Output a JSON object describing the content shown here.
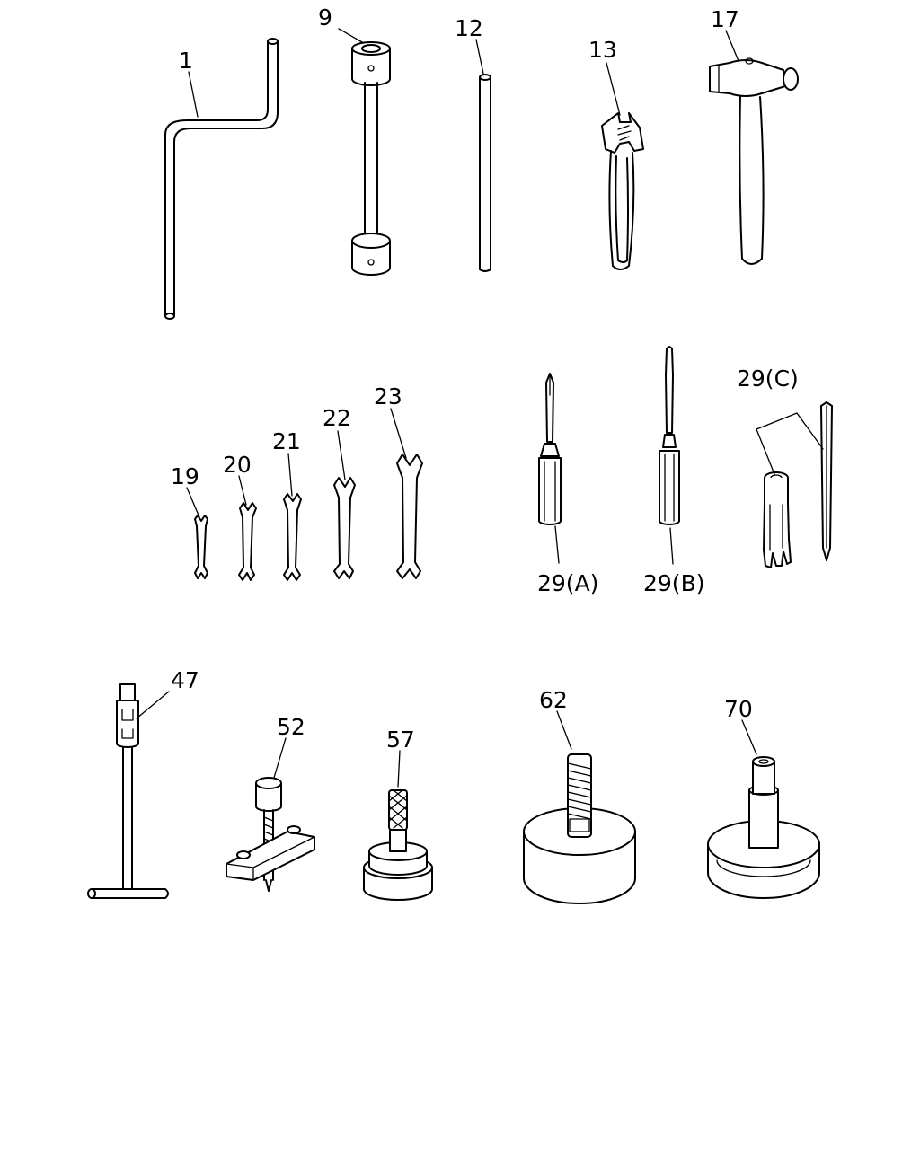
{
  "diagram": {
    "parts": [
      {
        "id": "p1",
        "label": "1"
      },
      {
        "id": "p9",
        "label": "9"
      },
      {
        "id": "p12",
        "label": "12"
      },
      {
        "id": "p13",
        "label": "13"
      },
      {
        "id": "p17",
        "label": "17"
      },
      {
        "id": "p19",
        "label": "19"
      },
      {
        "id": "p20",
        "label": "20"
      },
      {
        "id": "p21",
        "label": "21"
      },
      {
        "id": "p22",
        "label": "22"
      },
      {
        "id": "p23",
        "label": "23"
      },
      {
        "id": "p29a",
        "label": "29(A)"
      },
      {
        "id": "p29b",
        "label": "29(B)"
      },
      {
        "id": "p29c",
        "label": "29(C)"
      },
      {
        "id": "p47",
        "label": "47"
      },
      {
        "id": "p52",
        "label": "52"
      },
      {
        "id": "p57",
        "label": "57"
      },
      {
        "id": "p62",
        "label": "62"
      },
      {
        "id": "p70",
        "label": "70"
      }
    ]
  }
}
